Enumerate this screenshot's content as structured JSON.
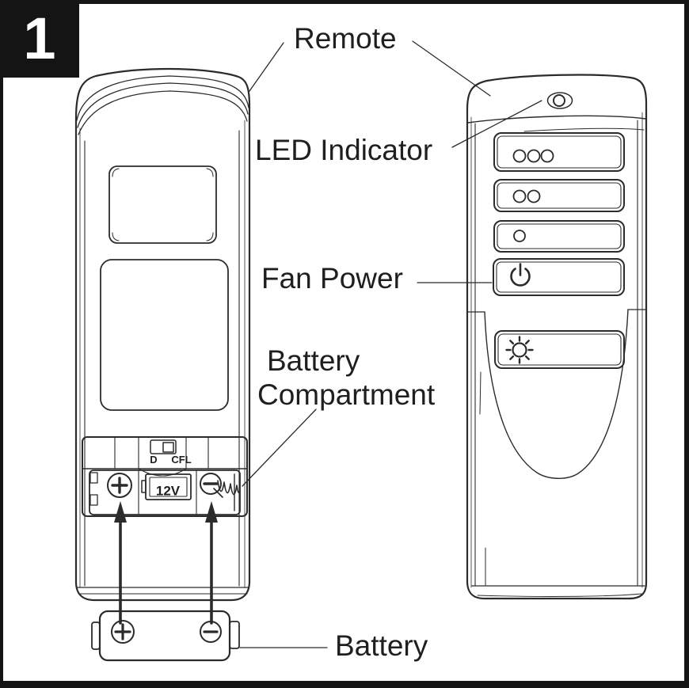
{
  "page": {
    "background": "#ffffff",
    "frame_color": "#141414",
    "line_color": "#2b2b2b",
    "text_color": "#1f1f1f"
  },
  "step_badge": {
    "number": "1"
  },
  "labels": {
    "remote": "Remote",
    "led_indicator": "LED Indicator",
    "fan_power": "Fan Power",
    "battery_compartment_line1": "Battery",
    "battery_compartment_line2": "Compartment",
    "battery": "Battery"
  },
  "back_remote": {
    "switch_label_d": "D",
    "switch_label_cfl": "CFL",
    "battery_voltage": "12V"
  },
  "icons": {
    "led": "oval-led-icon",
    "fan_speed_high": "three-dots-icon",
    "fan_speed_medium": "two-dots-icon",
    "fan_speed_low": "one-dot-icon",
    "fan_power": "power-icon",
    "light": "sun-icon",
    "battery_positive": "plus-terminal-icon",
    "battery_negative": "minus-terminal-icon",
    "spring": "spring-coil-icon",
    "insert_direction": "up-arrow-icon"
  }
}
